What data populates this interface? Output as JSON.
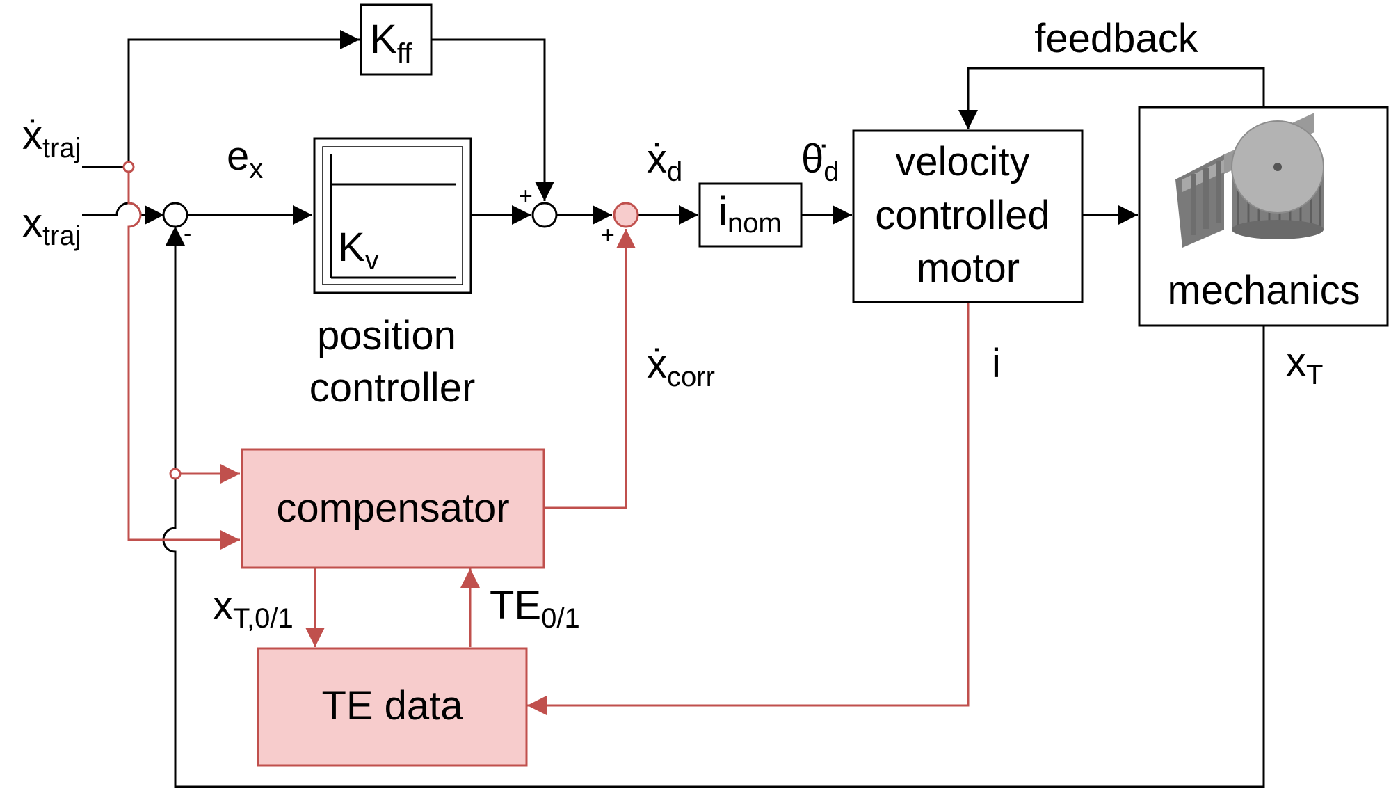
{
  "colors": {
    "black": "#000000",
    "red": "#c0504d",
    "pink_fill": "#f7cccc",
    "white": "#ffffff",
    "gear_gray": "#8c8c8c"
  },
  "signals": {
    "xdot_traj": {
      "base": "ẋ",
      "sub": "traj"
    },
    "x_traj": {
      "base": "x",
      "sub": "traj"
    },
    "e_x": {
      "base": "e",
      "sub": "x"
    },
    "xdot_d": {
      "base": "ẋ",
      "sub": "d"
    },
    "thetadot_d": {
      "base": "θ̇",
      "sub": "d"
    },
    "xdot_corr": {
      "base": "ẋ",
      "sub": "corr"
    },
    "i": "i",
    "x_T": {
      "base": "x",
      "sub": "T"
    },
    "x_T01": {
      "base": "x",
      "sub": "T,0/1"
    },
    "TE01": {
      "base": "TE",
      "sub": "0/1"
    },
    "feedback": "feedback"
  },
  "blocks": {
    "kff": {
      "base": "K",
      "sub": "ff"
    },
    "kv": {
      "base": "K",
      "sub": "v"
    },
    "inom": {
      "base": "i",
      "sub": "nom"
    },
    "position_controller": {
      "line1": "position",
      "line2": "controller"
    },
    "velocity_motor": {
      "line1": "velocity",
      "line2": "controlled",
      "line3": "motor"
    },
    "mechanics": "mechanics",
    "compensator": "compensator",
    "te_data": "TE data"
  },
  "signs": {
    "sum1_minus": "-",
    "sum2_plus": "+",
    "sum3_plus": "+"
  },
  "icons": {
    "gear": "gear-rack-icon"
  }
}
